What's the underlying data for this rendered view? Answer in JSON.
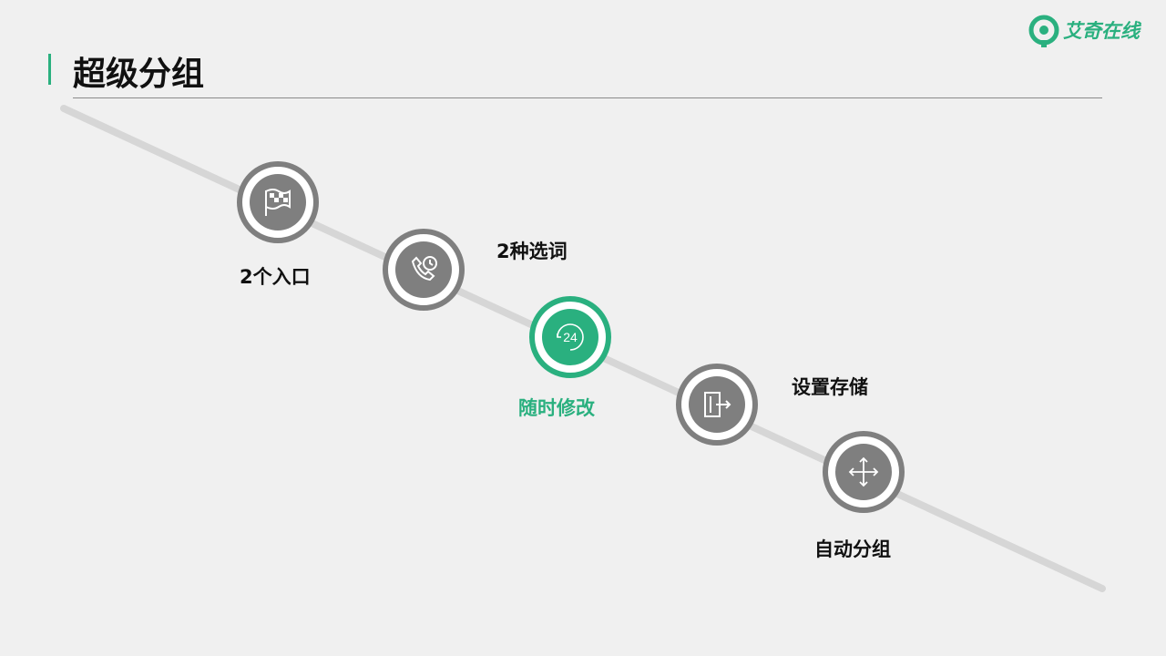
{
  "slide": {
    "title": "超级分组",
    "logo_text": "艾奇在线",
    "accent_color": "#2ab07f",
    "inactive_color": "#7f7f7f"
  },
  "steps": [
    {
      "label": "2个入口",
      "icon": "flag-icon",
      "active": false
    },
    {
      "label": "2种选词",
      "icon": "phone-clock-icon",
      "active": false
    },
    {
      "label": "随时修改",
      "icon": "clock-24-icon",
      "active": true
    },
    {
      "label": "设置存储",
      "icon": "door-exit-icon",
      "active": false
    },
    {
      "label": "自动分组",
      "icon": "move-arrows-icon",
      "active": false
    }
  ]
}
